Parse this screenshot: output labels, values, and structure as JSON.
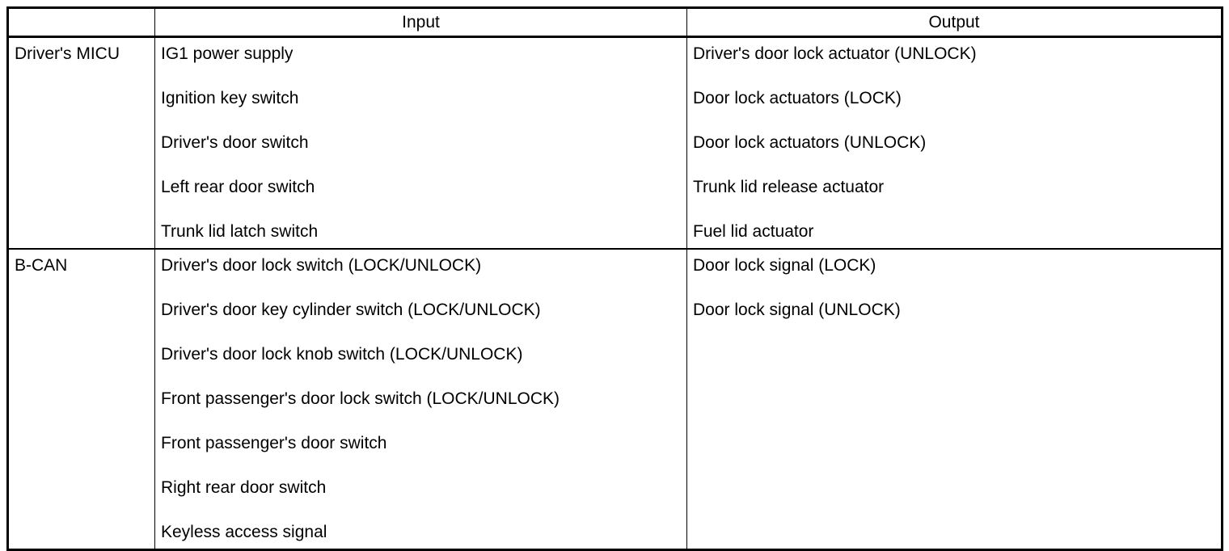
{
  "table": {
    "headers": {
      "system": "",
      "input": "Input",
      "output": "Output"
    },
    "rows": [
      {
        "system": "Driver's MICU",
        "input": [
          "IG1 power supply",
          "Ignition key switch",
          "Driver's door switch",
          "Left rear door switch",
          "Trunk lid latch switch"
        ],
        "output": [
          "Driver's door lock actuator (UNLOCK)",
          "Door lock actuators (LOCK)",
          "Door lock actuators (UNLOCK)",
          "Trunk lid release actuator",
          "Fuel lid actuator"
        ]
      },
      {
        "system": "B-CAN",
        "input": [
          "Driver's door lock switch (LOCK/UNLOCK)",
          "Driver's door key cylinder switch (LOCK/UNLOCK)",
          "Driver's door lock knob switch (LOCK/UNLOCK)",
          "Front passenger's door lock switch (LOCK/UNLOCK)",
          "Front passenger's door switch",
          "Right rear door switch",
          "Keyless access signal"
        ],
        "output": [
          "Door lock signal (LOCK)",
          "Door lock signal (UNLOCK)"
        ]
      }
    ]
  },
  "colors": {
    "border": "#000000",
    "text": "#000000",
    "background": "#ffffff"
  }
}
